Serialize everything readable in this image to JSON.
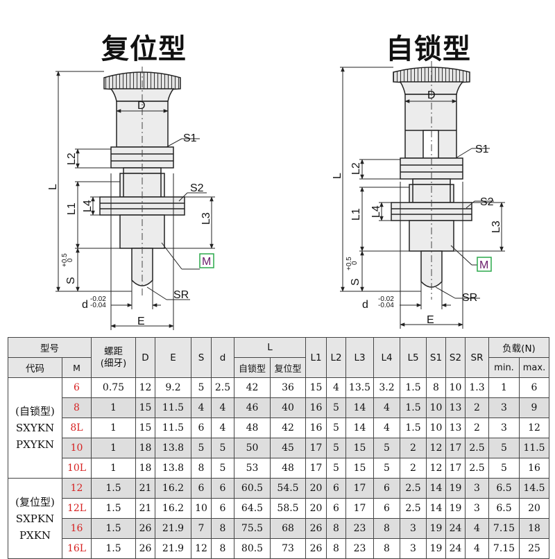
{
  "drawing": {
    "left_title": "复位型",
    "right_title": "自锁型",
    "labels": {
      "D": "D",
      "S1": "S1",
      "S2": "S2",
      "L": "L",
      "L1": "L1",
      "L2": "L2",
      "L3": "L3",
      "L4": "L4",
      "M": "M",
      "S": "S",
      "tol_s_top": "+0.5",
      "tol_s_bottom": "0",
      "d": "d",
      "tol_d_top": "-0.02",
      "tol_d_bottom": "-0.04",
      "SR": "SR",
      "E": "E"
    },
    "colors": {
      "M_box": "#2aa84a",
      "M_text": "#6a1a6a",
      "line": "#222222",
      "body_fill": "#ececec"
    }
  },
  "table": {
    "header1": {
      "model": "型号",
      "pitch": "螺距",
      "pitch_sub": "(细牙)",
      "D": "D",
      "E": "E",
      "S": "S",
      "d": "d",
      "L": "L",
      "L1": "L1",
      "L2": "L2",
      "L3": "L3",
      "L4": "L4",
      "L5": "L5",
      "S1": "S1",
      "S2": "S2",
      "SR": "SR",
      "load": "负载(N)"
    },
    "header2": {
      "code": "代码",
      "M": "M",
      "L_self": "自锁型",
      "L_reset": "复位型",
      "min": "min.",
      "max": "max."
    },
    "groups": [
      {
        "lines": [
          "(自锁型)",
          "SXYKN",
          "PXYKN"
        ]
      },
      {
        "lines": [
          "(复位型)",
          "SXPKN",
          "PXKN"
        ]
      }
    ],
    "rows": [
      [
        "6",
        "0.75",
        "12",
        "9.2",
        "5",
        "2.5",
        "42",
        "36",
        "15",
        "4",
        "13.5",
        "3.2",
        "1.5",
        "8",
        "10",
        "1.3",
        "1",
        "6"
      ],
      [
        "8",
        "1",
        "15",
        "11.5",
        "4",
        "4",
        "46",
        "40",
        "16",
        "5",
        "14",
        "4",
        "1.5",
        "10",
        "13",
        "2",
        "3",
        "9"
      ],
      [
        "8L",
        "1",
        "15",
        "11.5",
        "6",
        "4",
        "48",
        "42",
        "16",
        "5",
        "14",
        "4",
        "1.5",
        "10",
        "13",
        "2",
        "3",
        "12"
      ],
      [
        "10",
        "1",
        "18",
        "13.8",
        "5",
        "5",
        "50",
        "45",
        "17",
        "5",
        "15",
        "5",
        "2",
        "12",
        "17",
        "2.5",
        "5",
        "11.5"
      ],
      [
        "10L",
        "1",
        "18",
        "13.8",
        "8",
        "5",
        "53",
        "48",
        "17",
        "5",
        "15",
        "5",
        "2",
        "12",
        "17",
        "2.5",
        "5",
        "16"
      ],
      [
        "12",
        "1.5",
        "21",
        "16.2",
        "6",
        "6",
        "60.5",
        "54.5",
        "20",
        "6",
        "17",
        "6",
        "2.5",
        "14",
        "19",
        "3",
        "6.5",
        "14.5"
      ],
      [
        "12L",
        "1.5",
        "21",
        "16.2",
        "10",
        "6",
        "64.5",
        "58.5",
        "20",
        "6",
        "17",
        "6",
        "2.5",
        "14",
        "19",
        "3",
        "6.5",
        "20"
      ],
      [
        "16",
        "1.5",
        "26",
        "21.9",
        "7",
        "8",
        "75.5",
        "68",
        "26",
        "8",
        "23",
        "8",
        "3",
        "19",
        "24",
        "4",
        "7.15",
        "18"
      ],
      [
        "16L",
        "1.5",
        "26",
        "21.9",
        "12",
        "8",
        "80.5",
        "73",
        "26",
        "8",
        "23",
        "8",
        "3",
        "19",
        "24",
        "4",
        "7.15",
        "25"
      ]
    ],
    "red_code_color": "#d62020"
  }
}
